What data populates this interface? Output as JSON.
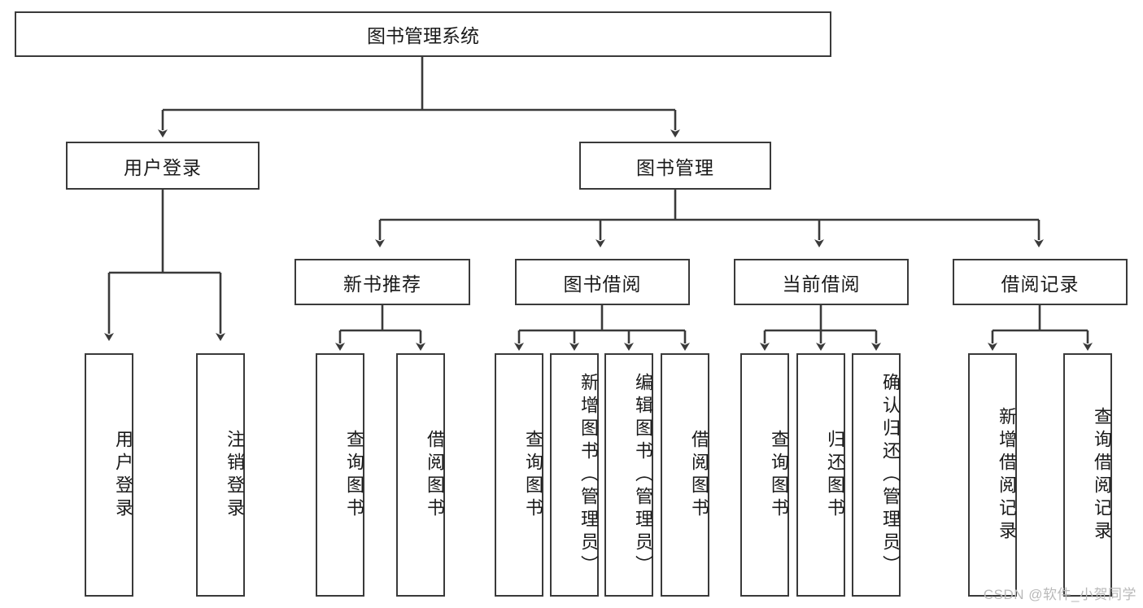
{
  "diagram": {
    "title": "图书管理系统",
    "type": "hierarchy-tree",
    "background": "#ffffff",
    "line_color": "#3a3a3a",
    "text_color": "#1a1a1a",
    "root": {
      "label": "图书管理系统"
    },
    "level2": [
      {
        "label": "用户登录"
      },
      {
        "label": "图书管理"
      }
    ],
    "level3": [
      {
        "label": "新书推荐"
      },
      {
        "label": "图书借阅"
      },
      {
        "label": "当前借阅"
      },
      {
        "label": "借阅记录"
      }
    ],
    "leaves": {
      "user_login": [
        {
          "label": "用户登录"
        },
        {
          "label": "注销登录"
        }
      ],
      "new_book_recommend": [
        {
          "label": "查询图书"
        },
        {
          "label": "借阅图书"
        }
      ],
      "book_borrow": [
        {
          "label": "查询图书"
        },
        {
          "label": "新增图书（管理员）"
        },
        {
          "label": "编辑图书（管理员）"
        },
        {
          "label": "借阅图书"
        }
      ],
      "current_borrow": [
        {
          "label": "查询图书"
        },
        {
          "label": "归还图书"
        },
        {
          "label": "确认归还（管理员）"
        }
      ],
      "borrow_record": [
        {
          "label": "新增借阅记录"
        },
        {
          "label": "查询借阅记录"
        }
      ]
    }
  },
  "watermark": {
    "text": "CSDN @软件_小贺同学"
  }
}
